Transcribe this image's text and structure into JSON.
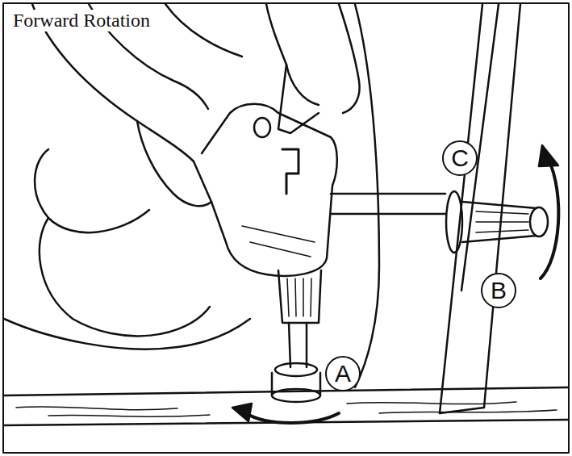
{
  "diagram": {
    "title": "Forward Rotation",
    "nodes": [
      {
        "text": [
          "C"
        ]
      },
      {
        "text": [
          "B"
        ]
      },
      {
        "text": [
          "A"
        ]
      }
    ]
  }
}
